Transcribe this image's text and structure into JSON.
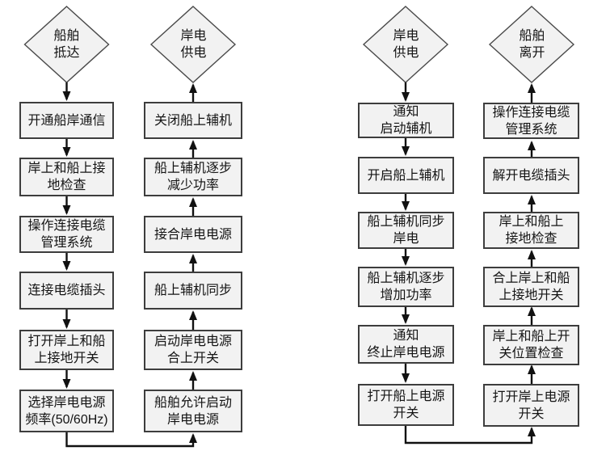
{
  "colors": {
    "background": "#ffffff",
    "box_fill": "#f2f2f2",
    "box_border": "#3d3d3d",
    "diamond_border": "#4a4a4a",
    "line": "#111111",
    "text": "#141414"
  },
  "left_chart": {
    "start_terminal": [
      "船舶",
      "抵达"
    ],
    "end_terminal": [
      "岸电",
      "供电"
    ],
    "down_steps": [
      [
        "开通船岸通信"
      ],
      [
        "岸上和船上接",
        "地检查"
      ],
      [
        "操作连接电缆",
        "管理系统"
      ],
      [
        "连接电缆插头"
      ],
      [
        "打开岸上和船",
        "上接地开关"
      ],
      [
        "选择岸电电源",
        "频率(50/60Hz)"
      ]
    ],
    "up_steps": [
      [
        "关闭船上辅机"
      ],
      [
        "船上辅机逐步",
        "减少功率"
      ],
      [
        "接合岸电电源"
      ],
      [
        "船上辅机同步"
      ],
      [
        "启动岸电电源",
        "合上开关"
      ],
      [
        "船舶允许启动",
        "岸电电源"
      ]
    ]
  },
  "right_chart": {
    "start_terminal": [
      "岸电",
      "供电"
    ],
    "end_terminal": [
      "船舶",
      "离开"
    ],
    "down_steps": [
      [
        "通知",
        "启动辅机"
      ],
      [
        "开启船上辅机"
      ],
      [
        "船上辅机同步",
        "岸电"
      ],
      [
        "船上辅机逐步",
        "增加功率"
      ],
      [
        "通知",
        "终止岸电电源"
      ],
      [
        "打开船上电源",
        "开关"
      ]
    ],
    "up_steps": [
      [
        "操作连接电缆",
        "管理系统"
      ],
      [
        "解开电缆插头"
      ],
      [
        "岸上和船上",
        "接地检查"
      ],
      [
        "合上岸上和船",
        "上接地开关"
      ],
      [
        "岸上和船上开",
        "关位置检查"
      ],
      [
        "打开岸上电源",
        "开关"
      ]
    ]
  }
}
